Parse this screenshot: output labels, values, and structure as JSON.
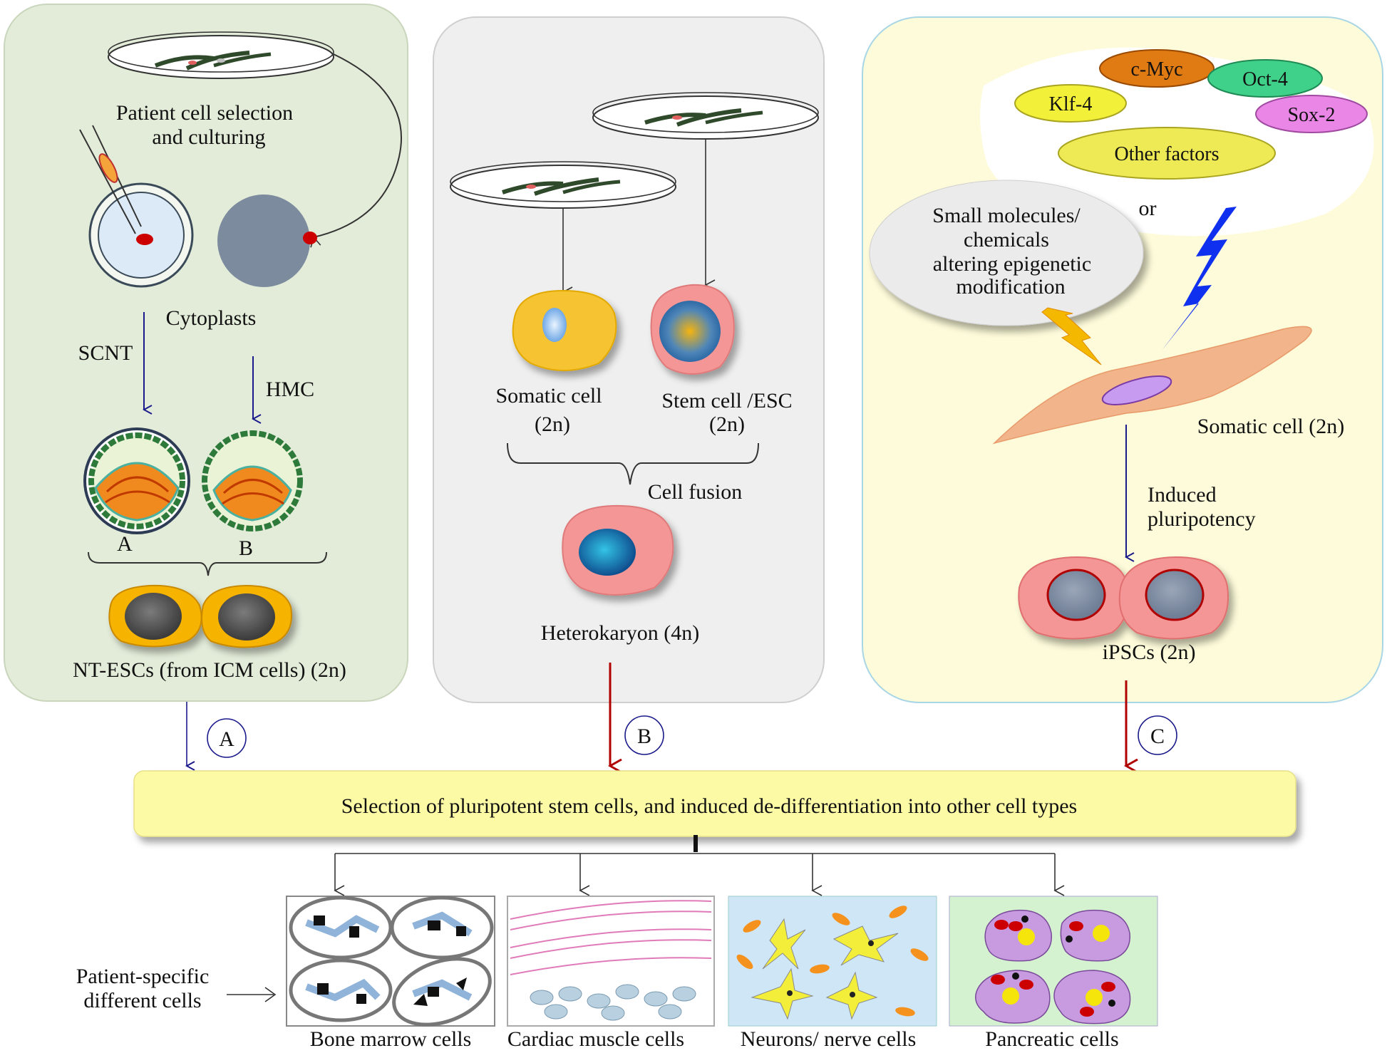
{
  "panel_a": {
    "patient_cell_line1": "Patient cell selection",
    "patient_cell_line2": "and culturing",
    "cytoplasts": "Cytoplasts",
    "scnt": "SCNT",
    "hmc": "HMC",
    "label_a": "A",
    "label_b": "B",
    "ntescs": "NT-ESCs (from ICM cells) (2n)"
  },
  "panel_b": {
    "somatic_line1": "Somatic cell",
    "somatic_line2": "(2n)",
    "stem_line1": "Stem cell /ESC",
    "stem_line2": "(2n)",
    "cell_fusion": "Cell fusion",
    "heterokaryon": "Heterokaryon (4n)"
  },
  "panel_c": {
    "factors": [
      "c-Myc",
      "Oct-4",
      "Klf-4",
      "Sox-2",
      "Other factors"
    ],
    "or": "or",
    "small_molecules": [
      "Small molecules/",
      "chemicals",
      "altering epigenetic",
      "modification"
    ],
    "somatic": "Somatic cell (2n)",
    "induced_line1": "Induced",
    "induced_line2": "pluripotency",
    "ipscs": "iPSCs (2n)"
  },
  "route_labels": [
    "A",
    "B",
    "C"
  ],
  "selection_bar": "Selection of pluripotent stem cells, and induced de-differentiation into other cell types",
  "patient_specific_line1": "Patient-specific",
  "patient_specific_line2": "different cells",
  "cell_types": [
    "Bone marrow cells",
    "Cardiac muscle cells",
    "Neurons/ nerve cells",
    "Pancreatic cells"
  ],
  "colors": {
    "panel_a_bg": "#e3ecd9",
    "panel_b_bg": "#efefef",
    "panel_c_bg": "#fdfbd9",
    "selection_bar": "#fdfaa6",
    "arrow_blue": "#1a1a8c",
    "arrow_red": "#b00000"
  }
}
